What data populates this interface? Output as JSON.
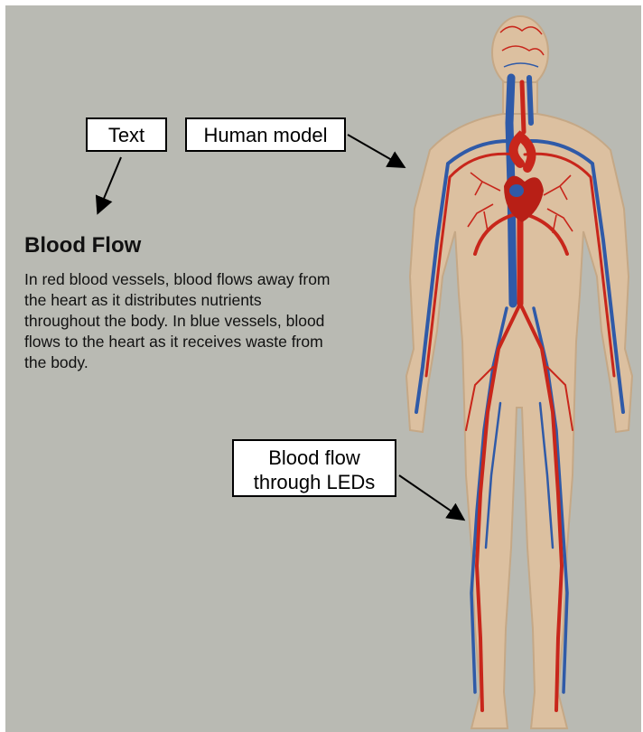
{
  "labels": {
    "text": "Text",
    "human_model": "Human model",
    "led_line1": "Blood flow",
    "led_line2": "through LEDs"
  },
  "panel": {
    "title": "Blood Flow",
    "body": "In red blood vessels, blood flows away from the heart as it distributes nutrients throughout the body. In blue vessels, blood flows to the heart as it receives waste from the body."
  },
  "colors": {
    "background": "#b9bab3",
    "skin": "#dcc0a0",
    "artery": "#c8261b",
    "vein": "#2f5aa8"
  }
}
